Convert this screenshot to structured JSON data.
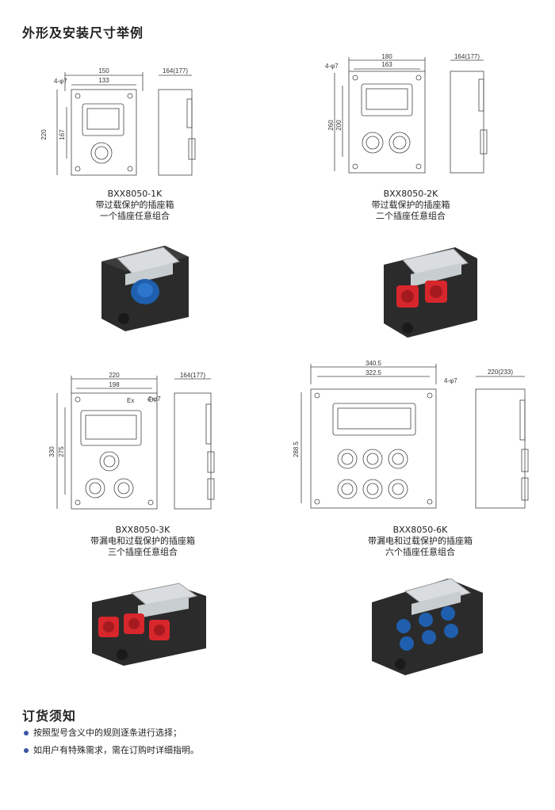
{
  "header": {
    "title": "外形及安装尺寸举例"
  },
  "products": [
    {
      "model": "BXX8050-1K",
      "line1": "带过载保护的插座箱",
      "line2": "一个插座任意组合",
      "dims": {
        "w_outer": "150",
        "w_inner": "133",
        "h_outer": "220",
        "h_inner": "167",
        "depth": "164(177)",
        "hole": "4-φ7"
      }
    },
    {
      "model": "BXX8050-2K",
      "line1": "带过载保护的插座箱",
      "line2": "二个插座任意组合",
      "dims": {
        "w_outer": "180",
        "w_inner": "163",
        "h_outer": "260",
        "h_inner": "200",
        "depth": "164(177)",
        "hole": "4-φ7"
      }
    },
    {
      "model": "BXX8050-3K",
      "line1": "带漏电和过载保护的插座箱",
      "line2": "三个插座任意组合",
      "dims": {
        "w_outer": "220",
        "w_inner": "198",
        "h_outer": "330",
        "h_inner": "275",
        "depth": "164(177)",
        "hole": "4-φ7",
        "ex": "Ex"
      }
    },
    {
      "model": "BXX8050-6K",
      "line1": "带漏电和过载保护的插座箱",
      "line2": "六个插座任意组合",
      "dims": {
        "w_outer": "340.5",
        "w_inner": "322.5",
        "h_inner": "288.5",
        "depth": "220(233)",
        "hole": "4-φ7"
      }
    }
  ],
  "order": {
    "title": "订货须知",
    "items": [
      "按照型号含义中的规则逐条进行选择；",
      "如用户有特殊需求，需在订购时详细指明。"
    ]
  },
  "colors": {
    "socket_red": "#d7262c",
    "socket_blue": "#1f5fae",
    "bullet": "#3a55a4",
    "body_dark": "#2a2a2a"
  }
}
